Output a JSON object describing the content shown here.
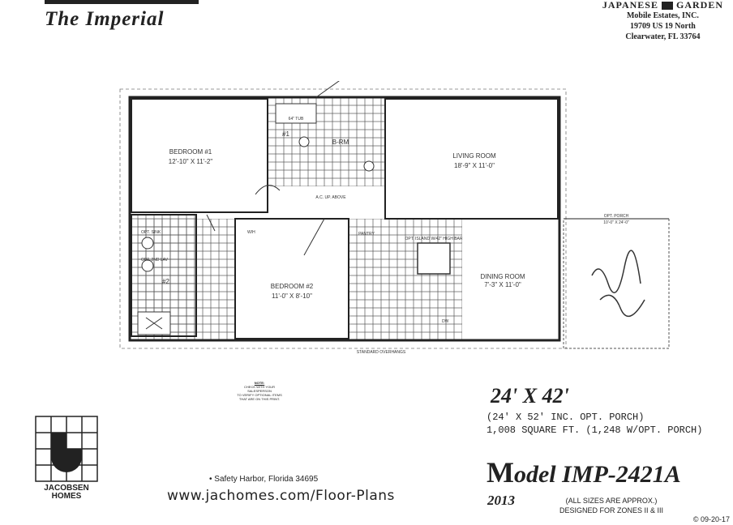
{
  "header": {
    "title": "The Imperial",
    "dealer": {
      "name_left": "JAPANESE",
      "name_right": "GARDEN",
      "line2": "Mobile Estates, INC.",
      "line3": "19709 US 19 North",
      "line4": "Clearwater, FL 33764"
    }
  },
  "floorplan": {
    "rooms": {
      "bedroom1": {
        "name": "BEDROOM #1",
        "dims": "12'-10\" X 11'-2\""
      },
      "bedroom2": {
        "name": "BEDROOM #2",
        "dims": "11'-0\" X 8'-10\""
      },
      "living": {
        "name": "LIVING ROOM",
        "dims": "18'-9\" X 11'-0\""
      },
      "dining": {
        "name": "DINING ROOM",
        "dims": "7'-3\" X 11'-0\""
      },
      "bath1": {
        "name": "B-RM"
      },
      "porch": {
        "name": "OPT. PORCH",
        "dims": "10'-0\" X 24'-0\""
      }
    },
    "labels": {
      "tub": "64\" TUB",
      "bath1_no": "#1",
      "bath2_no": "#2",
      "ac": "A.C. UP. ABOVE",
      "pantry": "PANTRY",
      "island": "OPT. ISLAND W/42\" HIGH BAR",
      "overhang": "STANDARD OVERHANGS",
      "wh": "W/H",
      "dw": "DW",
      "opt_2nd_lav": "OPT. 2ND LAV",
      "opt_sink": "OPT. SINK"
    }
  },
  "note": {
    "heading": "NOTE:",
    "lines": [
      "CHECK WITH YOUR SALESPERSON",
      "TO VERIFY OPTIONAL ITEMS",
      "THAT ARE ON THIS PRINT."
    ]
  },
  "spec": {
    "dimensions": "24' X 42'",
    "line1": "(24' X 52' INC. OPT. PORCH)",
    "line2": "1,008 SQUARE FT. (1,248 W/OPT. PORCH)",
    "model_first": "M",
    "model_rest": "odel IMP-2421A",
    "year": "2013",
    "approx": "(ALL SIZES ARE APPROX.)",
    "zones": "DESIGNED FOR ZONES II & III",
    "copyright": "© 09-20-17"
  },
  "footer": {
    "brand_line1": "JACOBSEN",
    "brand_line2": "HOMES",
    "address": "• Safety Harbor, Florida 34695",
    "website": "www.jachomes.com/Floor-Plans"
  }
}
